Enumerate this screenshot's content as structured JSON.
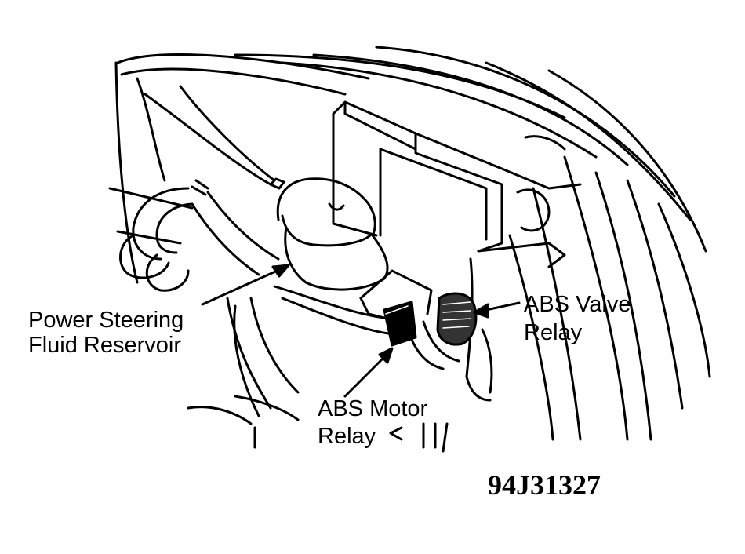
{
  "labels": {
    "power_steering_line1": "Power Steering",
    "power_steering_line2": "Fluid Reservoir",
    "abs_valve_line1": "ABS Valve",
    "abs_valve_line2": "Relay",
    "abs_motor_line1": "ABS Motor",
    "abs_motor_line2": "Relay"
  },
  "figure_id": "94J31327"
}
